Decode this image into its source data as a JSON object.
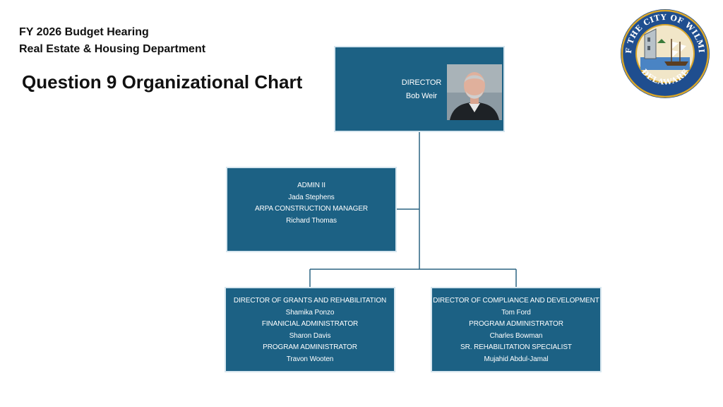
{
  "header": {
    "line1": "FY 2026 Budget Hearing",
    "line2": "Real Estate & Housing Department",
    "title": "Question 9 Organizational Chart"
  },
  "seal": {
    "icon": "city-seal-icon",
    "top_text": "SEAL OF THE CITY OF WILMINGTON",
    "bottom_text": "DELAWARE"
  },
  "org": {
    "director": {
      "lines": [
        "DIRECTOR",
        "Bob Weir"
      ],
      "photo_icon": "portrait-photo-icon"
    },
    "admin": {
      "lines": [
        "ADMIN II",
        "Jada Stephens",
        "ARPA CONSTRUCTION MANAGER",
        "Richard Thomas"
      ]
    },
    "grants": {
      "lines": [
        "DIRECTOR OF GRANTS AND REHABILITATION",
        "Shamika Ponzo",
        "FINANICIAL ADMINISTRATOR",
        "Sharon Davis",
        "PROGRAM ADMINISTRATOR",
        "Travon  Wooten"
      ]
    },
    "compliance": {
      "lines": [
        "DIRECTOR OF COMPLIANCE AND DEVELOPMENT",
        "Tom Ford",
        "PROGRAM ADMINISTRATOR",
        "Charles  Bowman",
        "SR. REHABILITATION SPECIALIST",
        "Mujahid Abdul-Jamal"
      ]
    }
  },
  "colors": {
    "box_fill": "#1c6184",
    "box_border": "#d7e6ef",
    "connector": "#2c6482",
    "seal_blue": "#1f4e8f",
    "seal_gold": "#d9a62a"
  }
}
